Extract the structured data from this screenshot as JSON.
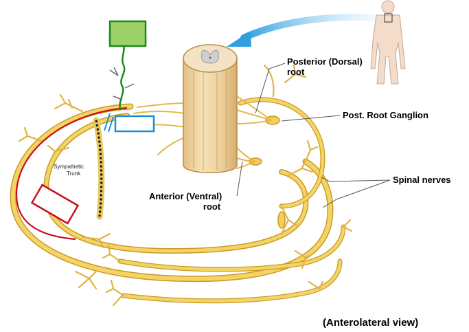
{
  "labels": {
    "posterior_root": [
      "Posterior (Dorsal)",
      "root"
    ],
    "ganglion": "Post. Root Ganglion",
    "spinal_nerves": "Spinal nerves",
    "anterior_root": [
      "Anterior (Ventral)",
      "root"
    ],
    "sympathetic_trunk": [
      "Sympathetic",
      "Trunk"
    ],
    "view": "(Anterolateral view)"
  },
  "colors": {
    "nerve": "#f0cd5a",
    "nerve_edge": "#c99a28",
    "cord": "#f1d9a9",
    "cord_shade": "#dcb57a",
    "arrow": "#4fb4e6",
    "highlight_red": "#c8101e",
    "highlight_green": "#1a8a1a",
    "highlight_blue": "#1890d8",
    "box_green_fill": "#9cd16a",
    "trunk_dash": "#111111"
  },
  "icons": [
    "human-figure-icon",
    "pointer-arrow-icon"
  ]
}
